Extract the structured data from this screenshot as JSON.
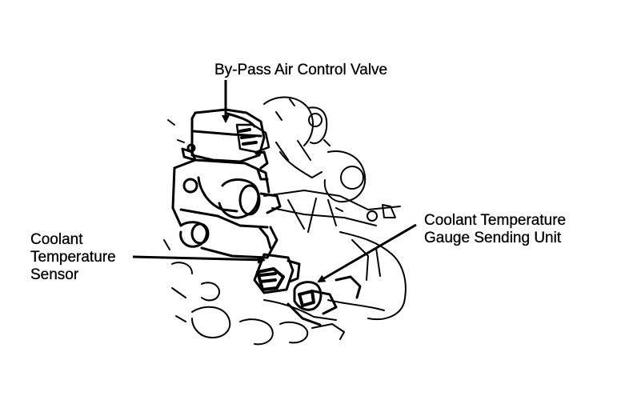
{
  "diagram": {
    "labels": {
      "bypass_valve": "By-Pass Air Control Valve",
      "coolant_temp_sensor": {
        "line1": "Coolant",
        "line2": "Temperature",
        "line3": "Sensor"
      },
      "coolant_temp_gauge_unit": {
        "line1": "Coolant Temperature",
        "line2": "Gauge Sending Unit"
      }
    },
    "colors": {
      "ink": "#000000",
      "paper": "#ffffff"
    }
  }
}
